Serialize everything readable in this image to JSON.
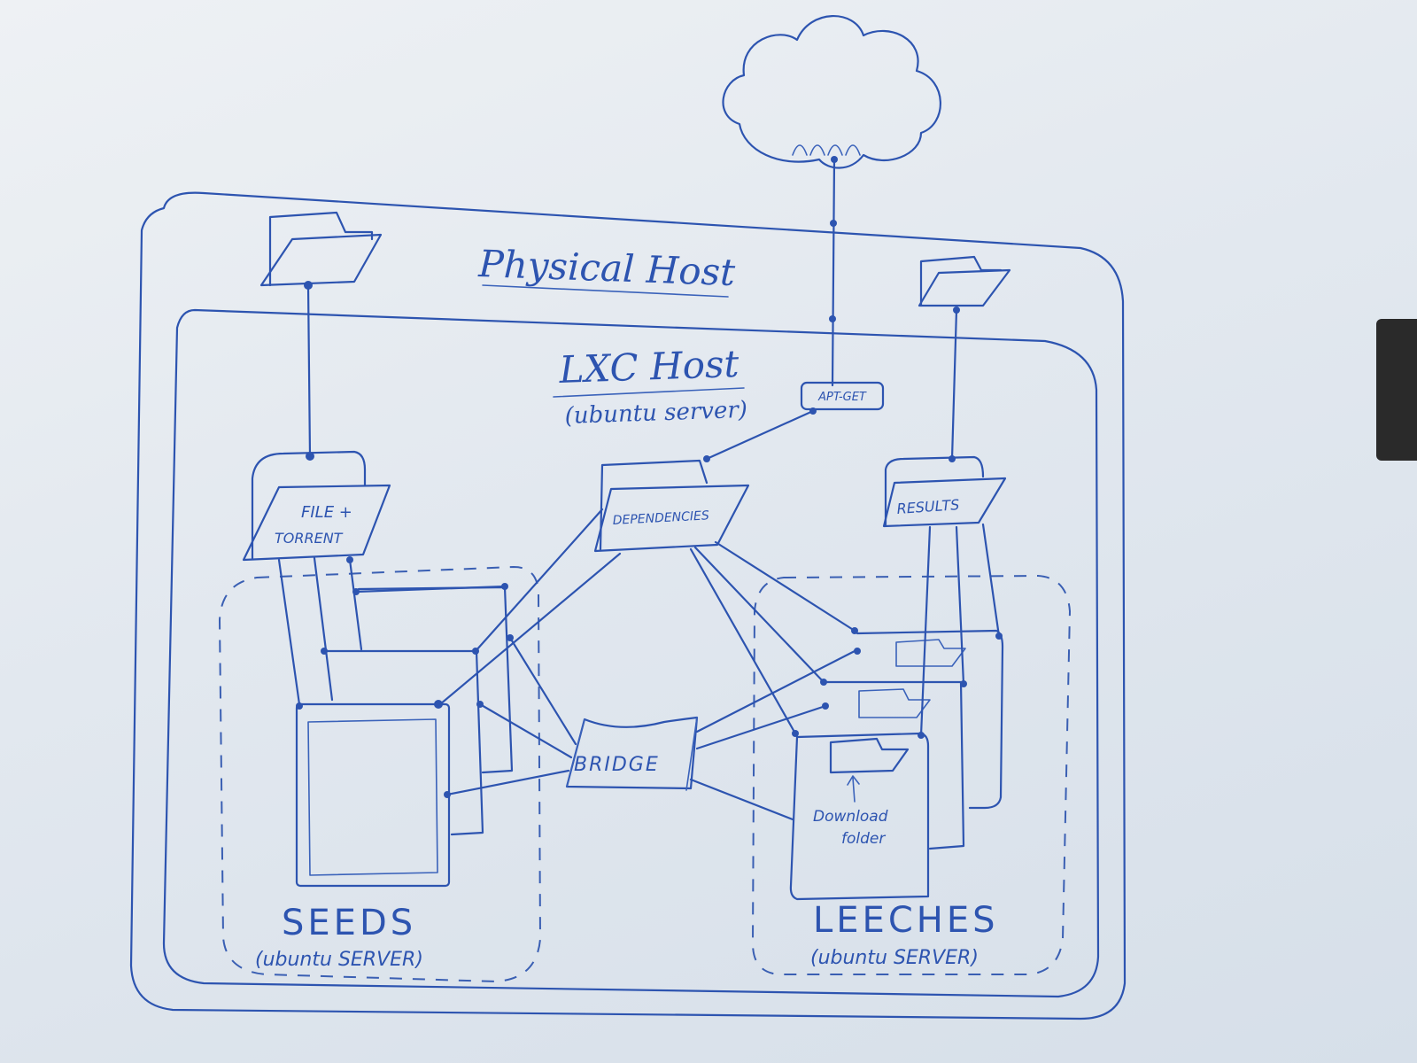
{
  "diagram": {
    "physical_host_label": "Physical Host",
    "lxc_host_label": "LXC Host",
    "lxc_host_sub": "(ubuntu server)",
    "apt_get_label": "APT-GET",
    "file_torrent_label_1": "FILE +",
    "file_torrent_label_2": "TORRENT",
    "dependencies_label": "DEPENDENCIES",
    "results_label": "RESULTS",
    "bridge_label": "BRIDGE",
    "download_folder_label_1": "Download",
    "download_folder_label_2": "folder",
    "seeds_label": "SEEDS",
    "seeds_sub": "(ubuntu SERVER)",
    "leeches_label": "LEECHES",
    "leeches_sub": "(ubuntu SERVER)"
  },
  "colors": {
    "ink": "#2d54b0",
    "board": "#e6ebf1"
  }
}
